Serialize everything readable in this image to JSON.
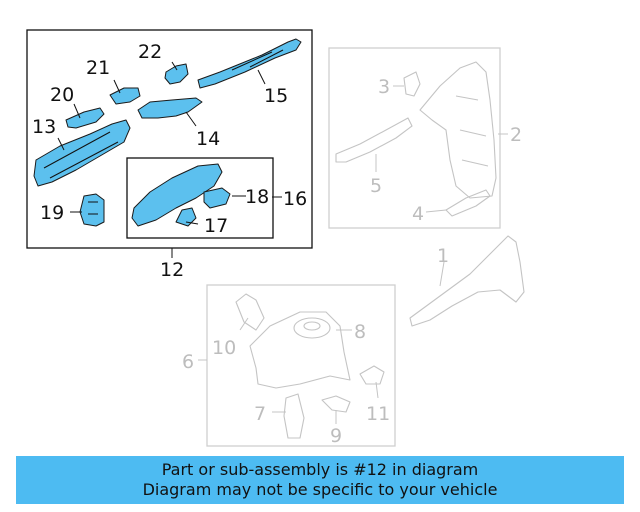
{
  "diagram": {
    "callouts": {
      "c1": "1",
      "c2": "2",
      "c3": "3",
      "c4": "4",
      "c5": "5",
      "c6": "6",
      "c7": "7",
      "c8": "8",
      "c9": "9",
      "c10": "10",
      "c11": "11",
      "c12": "12",
      "c13": "13",
      "c14": "14",
      "c15": "15",
      "c16": "16",
      "c17": "17",
      "c18": "18",
      "c19": "19",
      "c20": "20",
      "c21": "21",
      "c22": "22"
    },
    "colors": {
      "highlight_fill": "#5cc0ee",
      "faded_stroke": "#c4c4c4",
      "banner_background": "#4dbbf2"
    }
  },
  "banner": {
    "line1": "Part or sub-assembly is #12 in diagram",
    "line2": "Diagram may not be specific to your vehicle"
  }
}
